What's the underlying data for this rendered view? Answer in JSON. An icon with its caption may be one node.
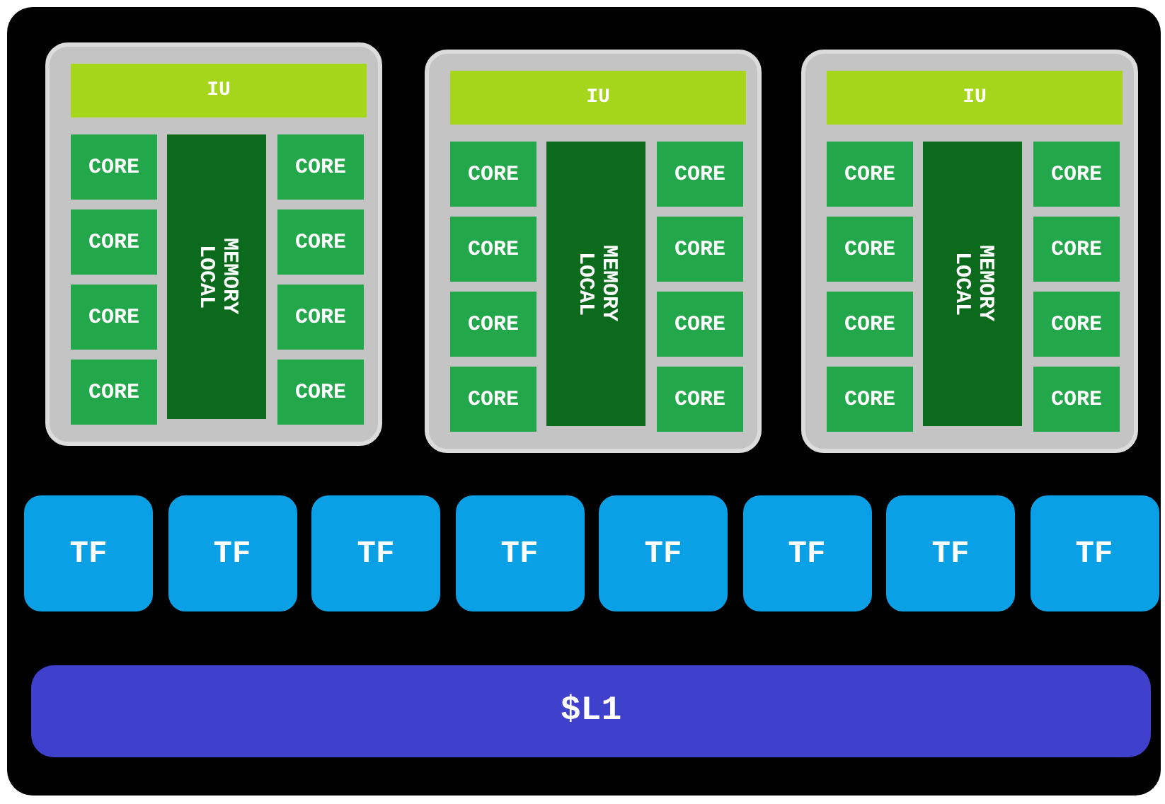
{
  "diagram": {
    "nodes": [
      {
        "text": [],
        "shape": "box"
      },
      {
        "text": [],
        "shape": "box",
        "in": 0
      },
      {
        "text": [
          "IU"
        ],
        "in": 1
      },
      {
        "text": [
          "CORE"
        ],
        "in": 1
      },
      {
        "text": [
          "LOCAL MEMORY"
        ],
        "in": 1
      },
      {
        "text": [
          "CORE"
        ],
        "in": 1
      },
      {
        "text": [
          "CORE"
        ],
        "in": 1
      },
      {
        "text": [
          "CORE"
        ],
        "in": 1
      },
      {
        "text": [
          "CORE"
        ],
        "in": 1
      },
      {
        "text": [
          "CORE"
        ],
        "in": 1
      },
      {
        "text": [
          "CORE"
        ],
        "in": 1
      },
      {
        "text": [
          "CORE"
        ],
        "in": 1
      },
      {
        "text": [],
        "shape": "box",
        "in": 0
      },
      {
        "text": [
          "IU"
        ],
        "in": 12
      },
      {
        "text": [
          "CORE"
        ],
        "in": 12
      },
      {
        "text": [
          "LOCAL MEMORY"
        ],
        "in": 12
      },
      {
        "text": [
          "CORE"
        ],
        "in": 12
      },
      {
        "text": [
          "CORE"
        ],
        "in": 12
      },
      {
        "text": [
          "CORE"
        ],
        "in": 12
      },
      {
        "text": [
          "CORE"
        ],
        "in": 12
      },
      {
        "text": [
          "CORE"
        ],
        "in": 12
      },
      {
        "text": [
          "CORE"
        ],
        "in": 12
      },
      {
        "text": [
          "CORE"
        ],
        "in": 12
      },
      {
        "text": [],
        "shape": "box",
        "in": 0
      },
      {
        "text": [
          "IU"
        ],
        "in": 23
      },
      {
        "text": [
          "CORE"
        ],
        "in": 23
      },
      {
        "text": [
          "LOCAL MEMORY"
        ],
        "in": 23
      },
      {
        "text": [
          "CORE"
        ],
        "in": 23
      },
      {
        "text": [
          "CORE"
        ],
        "in": 23
      },
      {
        "text": [
          "CORE"
        ],
        "in": 23
      },
      {
        "text": [
          "CORE"
        ],
        "in": 23
      },
      {
        "text": [
          "CORE"
        ],
        "in": 23
      },
      {
        "text": [
          "CORE"
        ],
        "in": 23
      },
      {
        "text": [
          "CORE"
        ],
        "in": 23
      },
      {
        "text": [
          "TF"
        ],
        "in": 0
      },
      {
        "text": [
          "TF"
        ],
        "in": 0
      },
      {
        "text": [
          "TF"
        ],
        "in": 0
      },
      {
        "text": [
          "TF"
        ],
        "in": 0
      },
      {
        "text": [
          "TF"
        ],
        "in": 0
      },
      {
        "text": [
          "TF"
        ],
        "in": 0
      },
      {
        "text": [
          "TF"
        ],
        "in": 0
      },
      {
        "text": [
          "TF"
        ],
        "in": 0
      },
      {
        "text": [
          "$L1"
        ],
        "in": 0
      }
    ],
    "edges": []
  }
}
